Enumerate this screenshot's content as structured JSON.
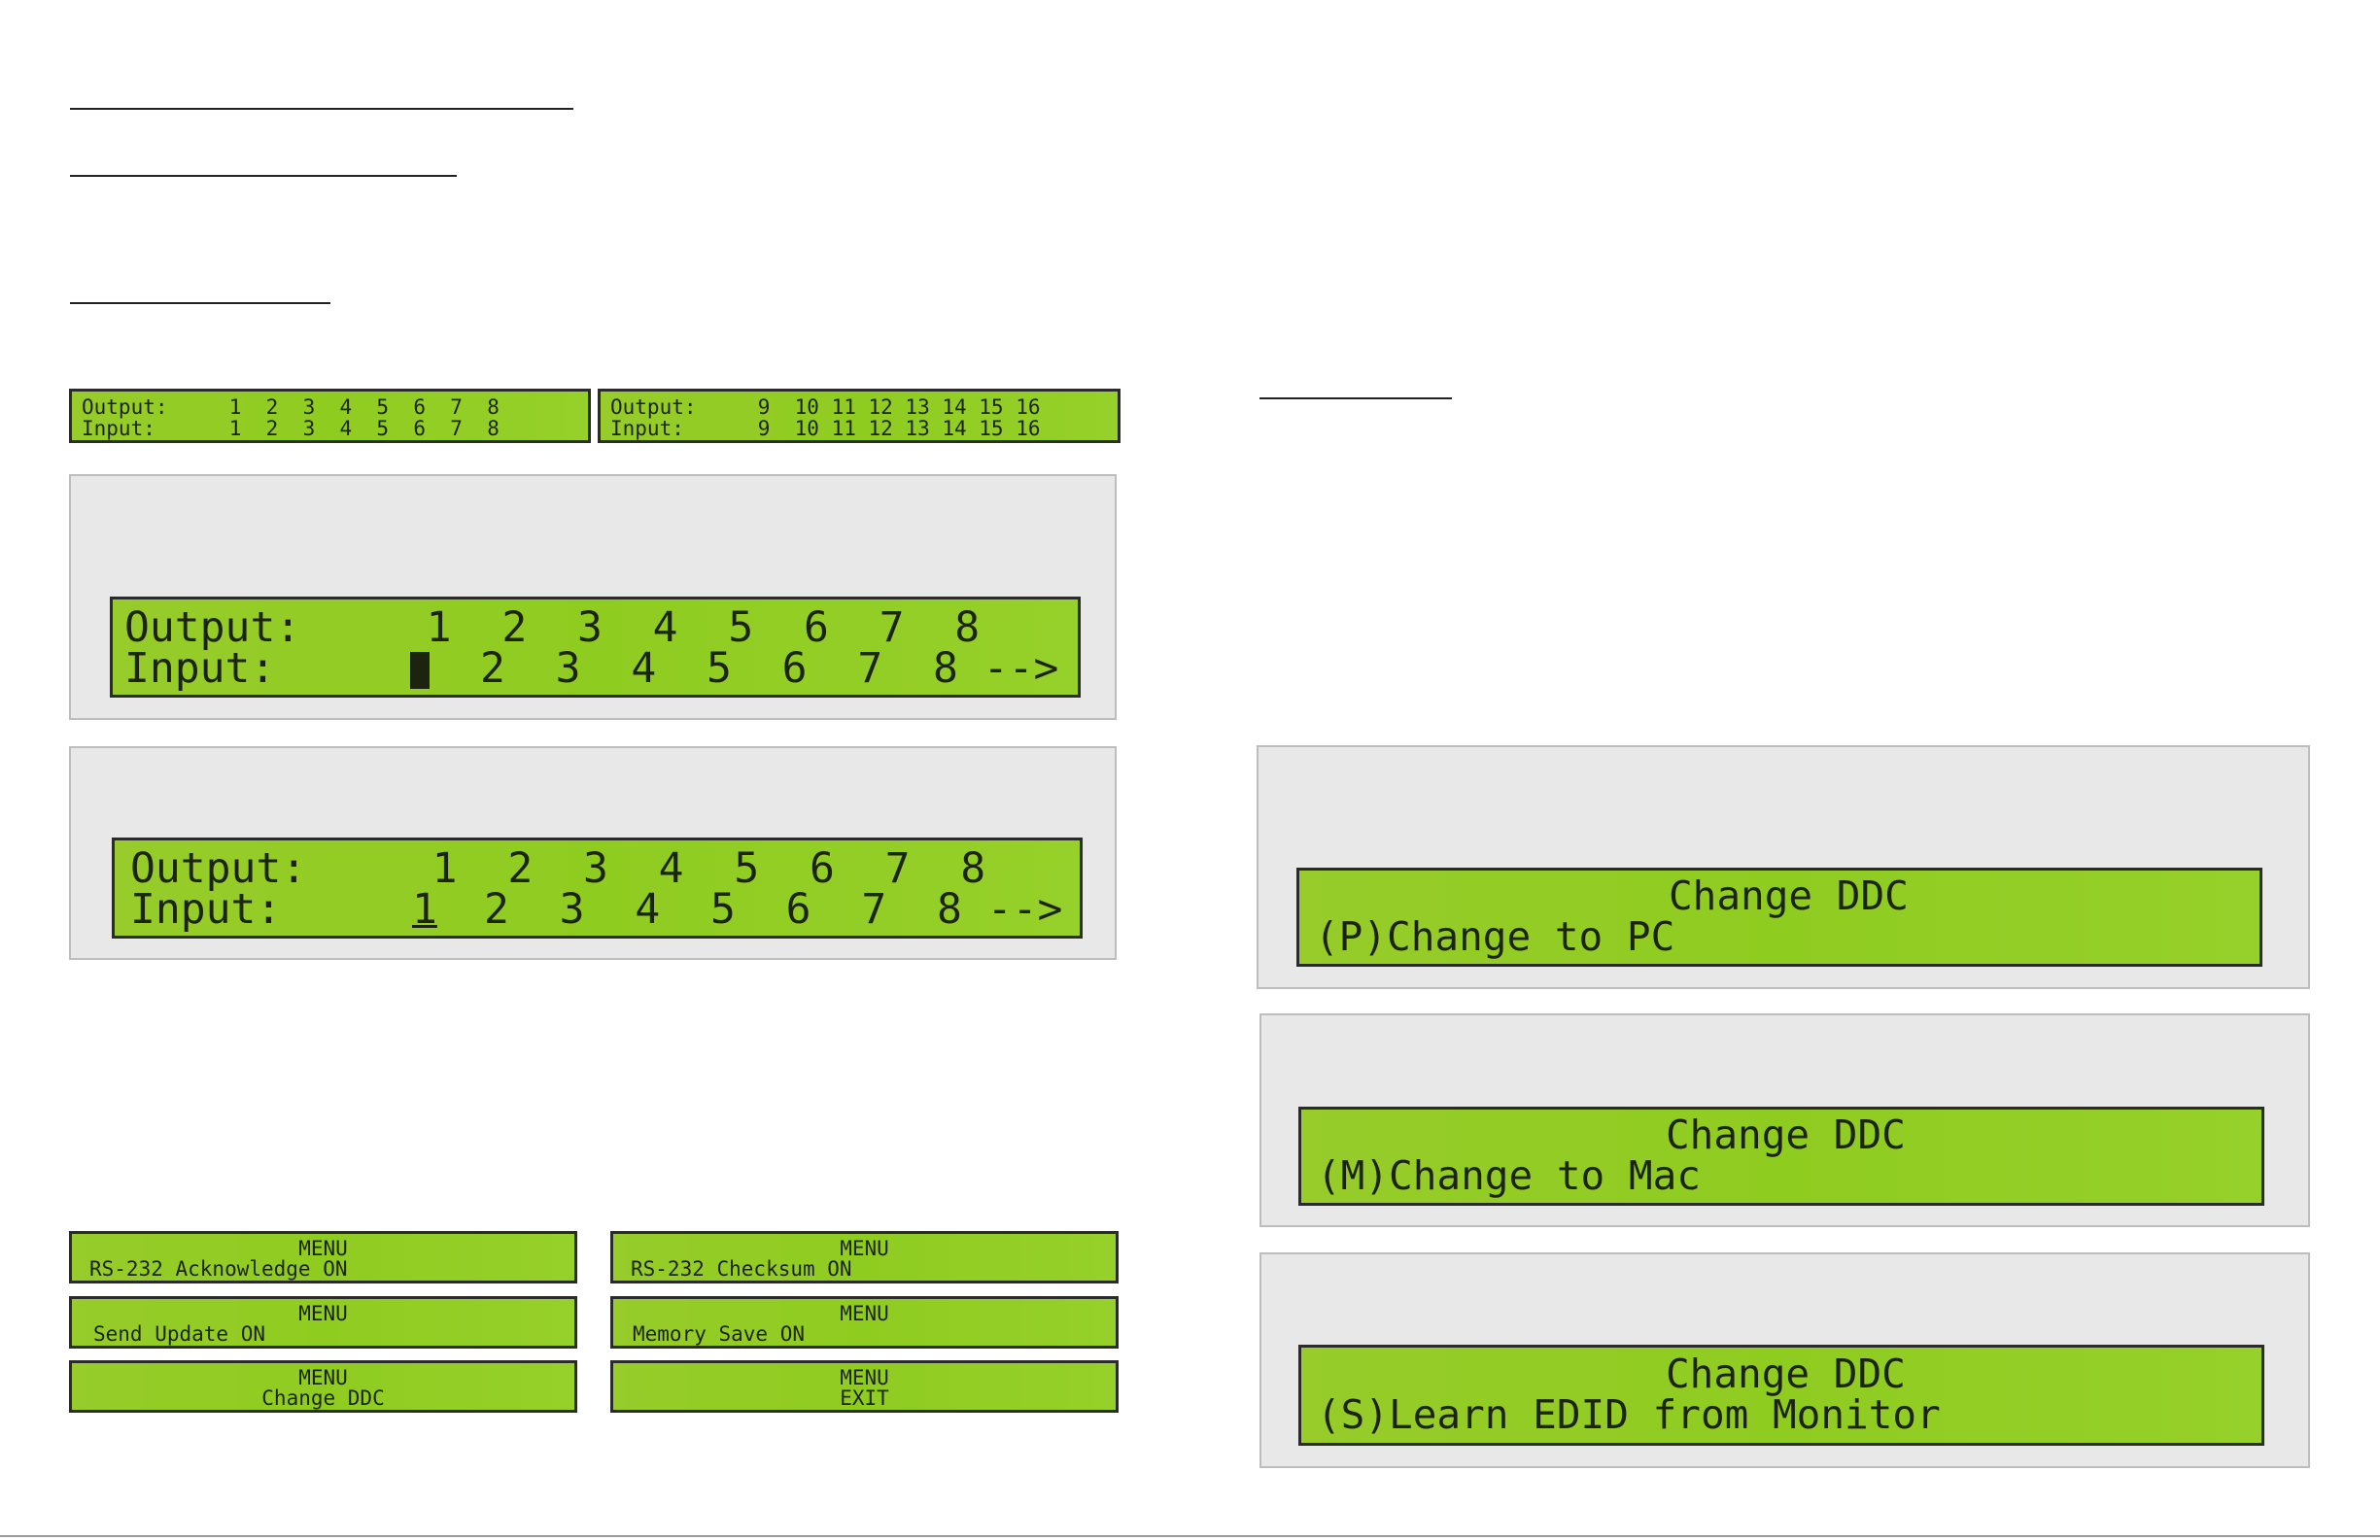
{
  "small_status": {
    "left": {
      "line1": "Output:     1  2  3  4  5  6  7  8",
      "line2": "Input:      1  2  3  4  5  6  7  8"
    },
    "right": {
      "line1": "Output:     9  10 11 12 13 14 15 16",
      "line2": "Input:      9  10 11 12 13 14 15 16"
    }
  },
  "big_status_1": {
    "line1": "Output:     1  2  3  4  5  6  7  8",
    "line2_prefix": "Input:",
    "line2_rest": "2  3  4  5  6  7  8 -->"
  },
  "big_status_2": {
    "line1": "Output:     1  2  3  4  5  6  7  8",
    "line2_prefix": "Input:",
    "line2_cursor": "1",
    "line2_rest": "2  3  4  5  6  7  8 -->"
  },
  "menus": [
    {
      "title": "MENU",
      "item": "RS-232 Acknowledge ON"
    },
    {
      "title": "MENU",
      "item": "RS-232 Checksum ON"
    },
    {
      "title": "MENU",
      "item": "Send Update ON"
    },
    {
      "title": "MENU",
      "item": "Memory Save ON"
    },
    {
      "title": "MENU",
      "item": "Change DDC"
    },
    {
      "title": "MENU",
      "item": "EXIT"
    }
  ],
  "ddc": [
    {
      "title": "Change DDC",
      "option": "(P)Change to PC"
    },
    {
      "title": "Change DDC",
      "option": "(M)Change to Mac"
    },
    {
      "title": "Change DDC",
      "option": "(S)Learn EDID from Monitor"
    }
  ]
}
